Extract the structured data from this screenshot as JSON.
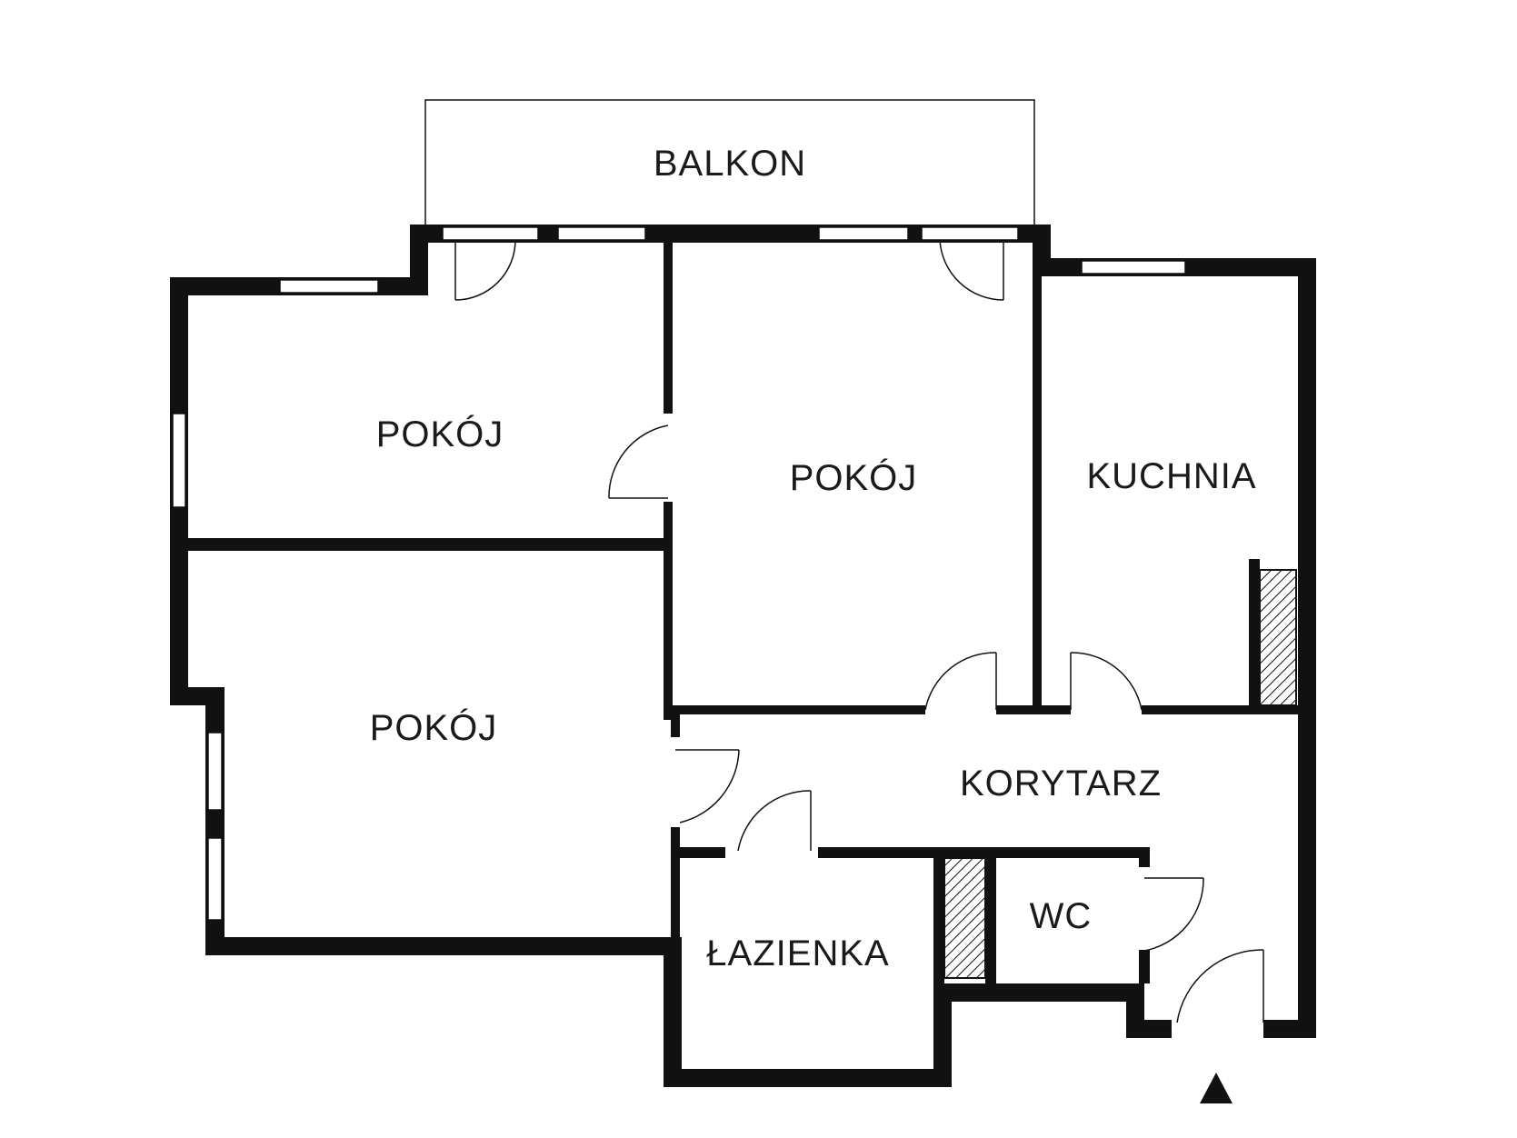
{
  "colors": {
    "wall": "#111111",
    "background": "#ffffff",
    "text": "#1a1a1a"
  },
  "rooms": {
    "balkon": "BALKON",
    "pokoj_top_left": "POKÓJ",
    "pokoj_center": "POKÓJ",
    "kuchnia": "KUCHNIA",
    "pokoj_bottom_left": "POKÓJ",
    "korytarz": "KORYTARZ",
    "lazienka": "ŁAZIENKA",
    "wc": "WC"
  },
  "icons": {
    "entrance": "entrance-arrow-icon",
    "shaft": "ventilation-shaft-hatch"
  }
}
